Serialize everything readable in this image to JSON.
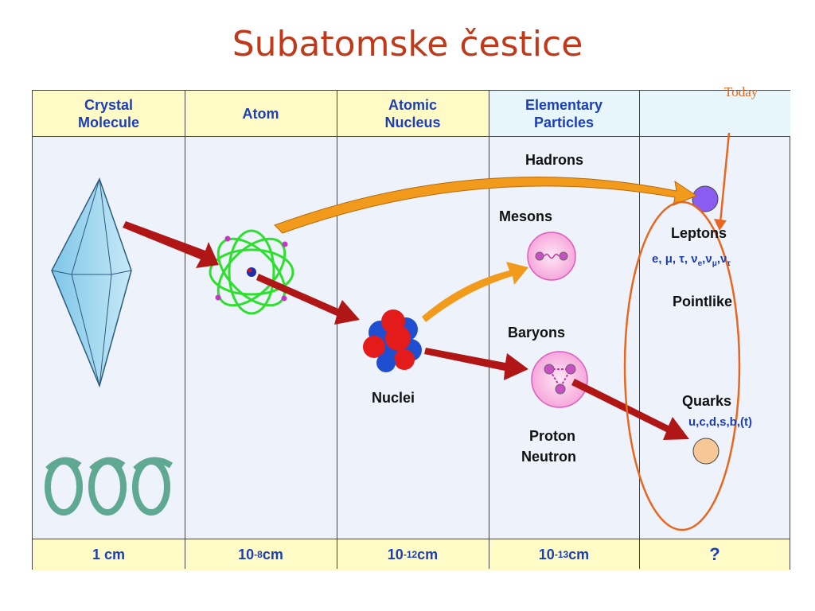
{
  "title": "Subatomske čestice",
  "annotation": "Today",
  "columns": [
    {
      "header_line1": "Crystal",
      "header_line2": "Molecule",
      "scale_prefix": "1 cm",
      "scale_exp": "",
      "scale_unit": ""
    },
    {
      "header_line1": "Atom",
      "header_line2": "",
      "scale_prefix": "10",
      "scale_exp": "-8",
      "scale_unit": "cm"
    },
    {
      "header_line1": "Atomic",
      "header_line2": "Nucleus",
      "scale_prefix": "10",
      "scale_exp": "-12",
      "scale_unit": "cm"
    },
    {
      "header_line1": "Elementary",
      "header_line2": "Particles",
      "scale_prefix": "10",
      "scale_exp": "-13",
      "scale_unit": "cm"
    },
    {
      "header_line1": "",
      "header_line2": "",
      "scale_prefix": "?",
      "scale_exp": "",
      "scale_unit": ""
    }
  ],
  "labels": {
    "hadrons": "Hadrons",
    "mesons": "Mesons",
    "baryons": "Baryons",
    "nuclei": "Nuclei",
    "proton": "Proton",
    "neutron": "Neutron",
    "leptons": "Leptons",
    "pointlike": "Pointlike",
    "quarks": "Quarks",
    "quark_list": "u,c,d,s,b,(t)"
  },
  "lepton_symbols": [
    "e",
    "μ",
    "τ",
    "ν",
    "ν",
    "ν"
  ],
  "lepton_subscripts": [
    "",
    "",
    "",
    "e",
    "μ",
    "τ"
  ],
  "colors": {
    "title": "#c0391b",
    "header_text": "#1c3fb8",
    "header_bg": "#fffbc7",
    "arrow_red": "#b01616",
    "arrow_orange": "#f19a1b",
    "highlight_orange": "#e8661f"
  }
}
